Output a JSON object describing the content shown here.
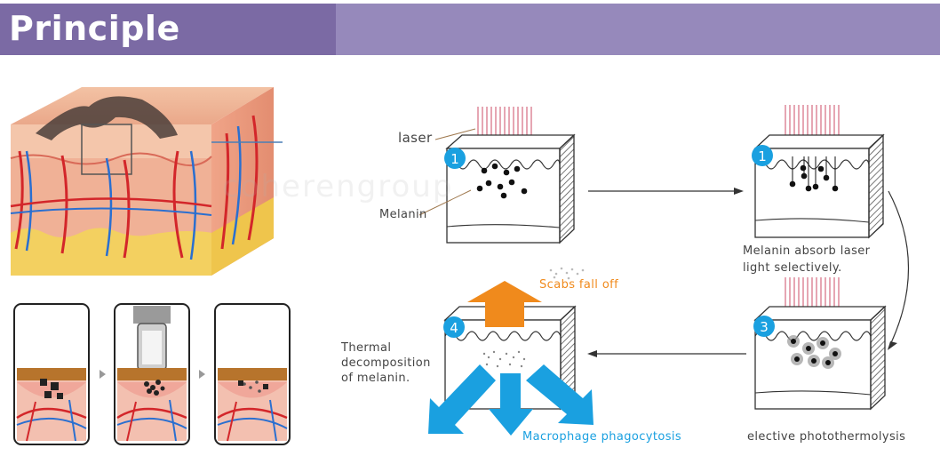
{
  "header": {
    "title": "Principle"
  },
  "labels": {
    "laser": "laser",
    "melanin": "Melanin",
    "absorb": "Melanin absorb laser\nlight selectively.",
    "scabs": "Scabs fall off",
    "thermal": "Thermal\ndecomposition\nof melanin.",
    "macrophage": "Macrophage phagocytosis",
    "elective": "elective photothermolysis",
    "watermark": "coherengroup"
  },
  "steps": {
    "s1a": "1",
    "s1b": "1",
    "s3": "3",
    "s4": "4"
  },
  "colors": {
    "banner_dark": "#7b6aa4",
    "banner_light": "#9689bb",
    "step_blue": "#1aa0e0",
    "scab_orange": "#f08a1c",
    "laser_pink": "#d9768a"
  }
}
